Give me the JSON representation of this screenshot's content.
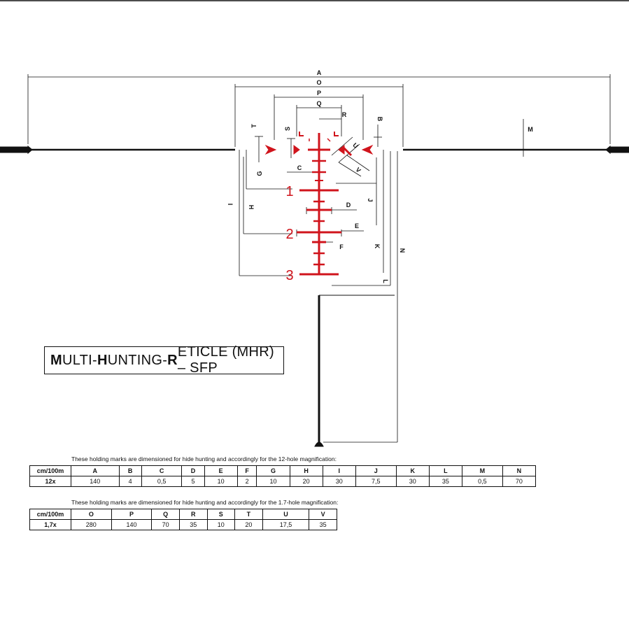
{
  "diagram": {
    "labels": {
      "A": "A",
      "O": "O",
      "P": "P",
      "Q": "Q",
      "R": "R",
      "B": "B",
      "M": "M",
      "T": "T",
      "S": "S",
      "U": "U",
      "V": "V",
      "C": "C",
      "G": "G",
      "H": "H",
      "I": "I",
      "D": "D",
      "E": "E",
      "F": "F",
      "J": "J",
      "K": "K",
      "L": "L",
      "N": "N"
    },
    "marks": [
      "1",
      "2",
      "3"
    ],
    "colors": {
      "reticle": "#d0141c",
      "lines": "#111111"
    }
  },
  "title": {
    "p1b": "M",
    "p1": "ULTI-",
    "p2b": "H",
    "p2": "UNTING-",
    "p3b": "R",
    "p3": "ETICLE (MHR) – SFP"
  },
  "table1": {
    "note": "These holding marks are dimensioned for hide hunting and accordingly for the 12-hole magnification:",
    "unit": "cm/100m",
    "headers": [
      "A",
      "B",
      "C",
      "D",
      "E",
      "F",
      "G",
      "H",
      "I",
      "J",
      "K",
      "L",
      "M",
      "N"
    ],
    "row_label": "12x",
    "values": [
      "140",
      "4",
      "0,5",
      "5",
      "10",
      "2",
      "10",
      "20",
      "30",
      "7,5",
      "30",
      "35",
      "0,5",
      "70"
    ]
  },
  "table2": {
    "note": "These holding marks are dimensioned for hide hunting and accordingly for the 1.7-hole magnification:",
    "unit": "cm/100m",
    "headers": [
      "O",
      "P",
      "Q",
      "R",
      "S",
      "T",
      "U",
      "V"
    ],
    "row_label": "1,7x",
    "values": [
      "280",
      "140",
      "70",
      "35",
      "10",
      "20",
      "17,5",
      "35"
    ]
  }
}
